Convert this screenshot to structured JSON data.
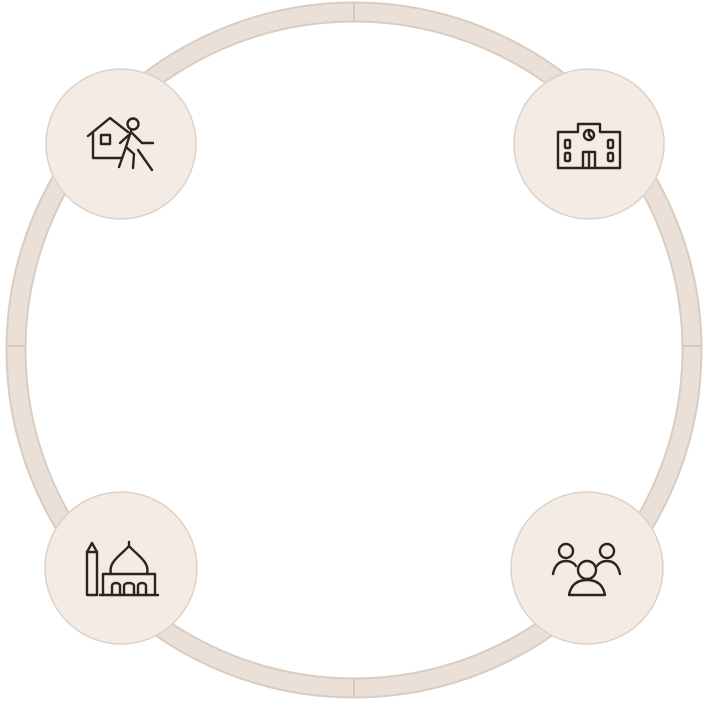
{
  "diagram": {
    "type": "cycle",
    "nodes": [
      {
        "id": "top-left",
        "icon": "person-leaving-home-icon"
      },
      {
        "id": "top-right",
        "icon": "school-building-icon"
      },
      {
        "id": "bottom-right",
        "icon": "community-people-icon"
      },
      {
        "id": "bottom-left",
        "icon": "mosque-icon"
      }
    ]
  },
  "colors": {
    "ring": "#ebe0d7",
    "ring_edge": "#d9ccc1",
    "node_fill": "#f3ebe4",
    "node_edge": "#ddd2c8",
    "icon_stroke": "#2b2522"
  }
}
